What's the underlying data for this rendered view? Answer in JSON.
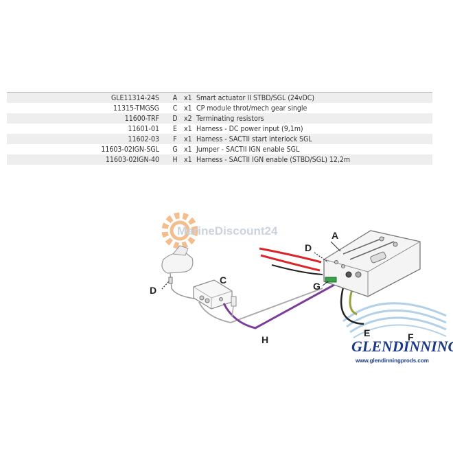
{
  "parts": [
    {
      "part": "GLE11314-24S",
      "letter": "A",
      "qty": "x1",
      "desc": "Smart actuator II STBD/SGL (24vDC)"
    },
    {
      "part": "11315-TMGSG",
      "letter": "C",
      "qty": "x1",
      "desc": "CP module throt/mech gear single"
    },
    {
      "part": "11600-TRF",
      "letter": "D",
      "qty": "x2",
      "desc": "Terminating resistors"
    },
    {
      "part": "11601-01",
      "letter": "E",
      "qty": "x1",
      "desc": "Harness - DC power input (9,1m)"
    },
    {
      "part": "11602-03",
      "letter": "F",
      "qty": "x1",
      "desc": "Harness - SACTII start interlock SGL"
    },
    {
      "part": "11603-02IGN-SGL",
      "letter": "G",
      "qty": "x1",
      "desc": "Jumper - SACTII IGN enable SGL"
    },
    {
      "part": "11603-02IGN-40",
      "letter": "H",
      "qty": "x1",
      "desc": "Harness - SACTII IGN enable (STBD/SGL) 12,2m"
    }
  ],
  "labels": {
    "a": "A",
    "c": "C",
    "d_left": "D",
    "d_top": "D",
    "e": "E",
    "f": "F",
    "g": "G",
    "h": "H"
  },
  "watermark": "MarineDiscount24",
  "brand": {
    "name": "GLENDINNING",
    "url": "www.glendinningprods.com"
  },
  "colors": {
    "brand": "#1b3a86",
    "red_wire": "#d9262b",
    "purple_wire": "#7a3d98",
    "olive_wire": "#9aa13a",
    "gear": "#f3b27a"
  }
}
